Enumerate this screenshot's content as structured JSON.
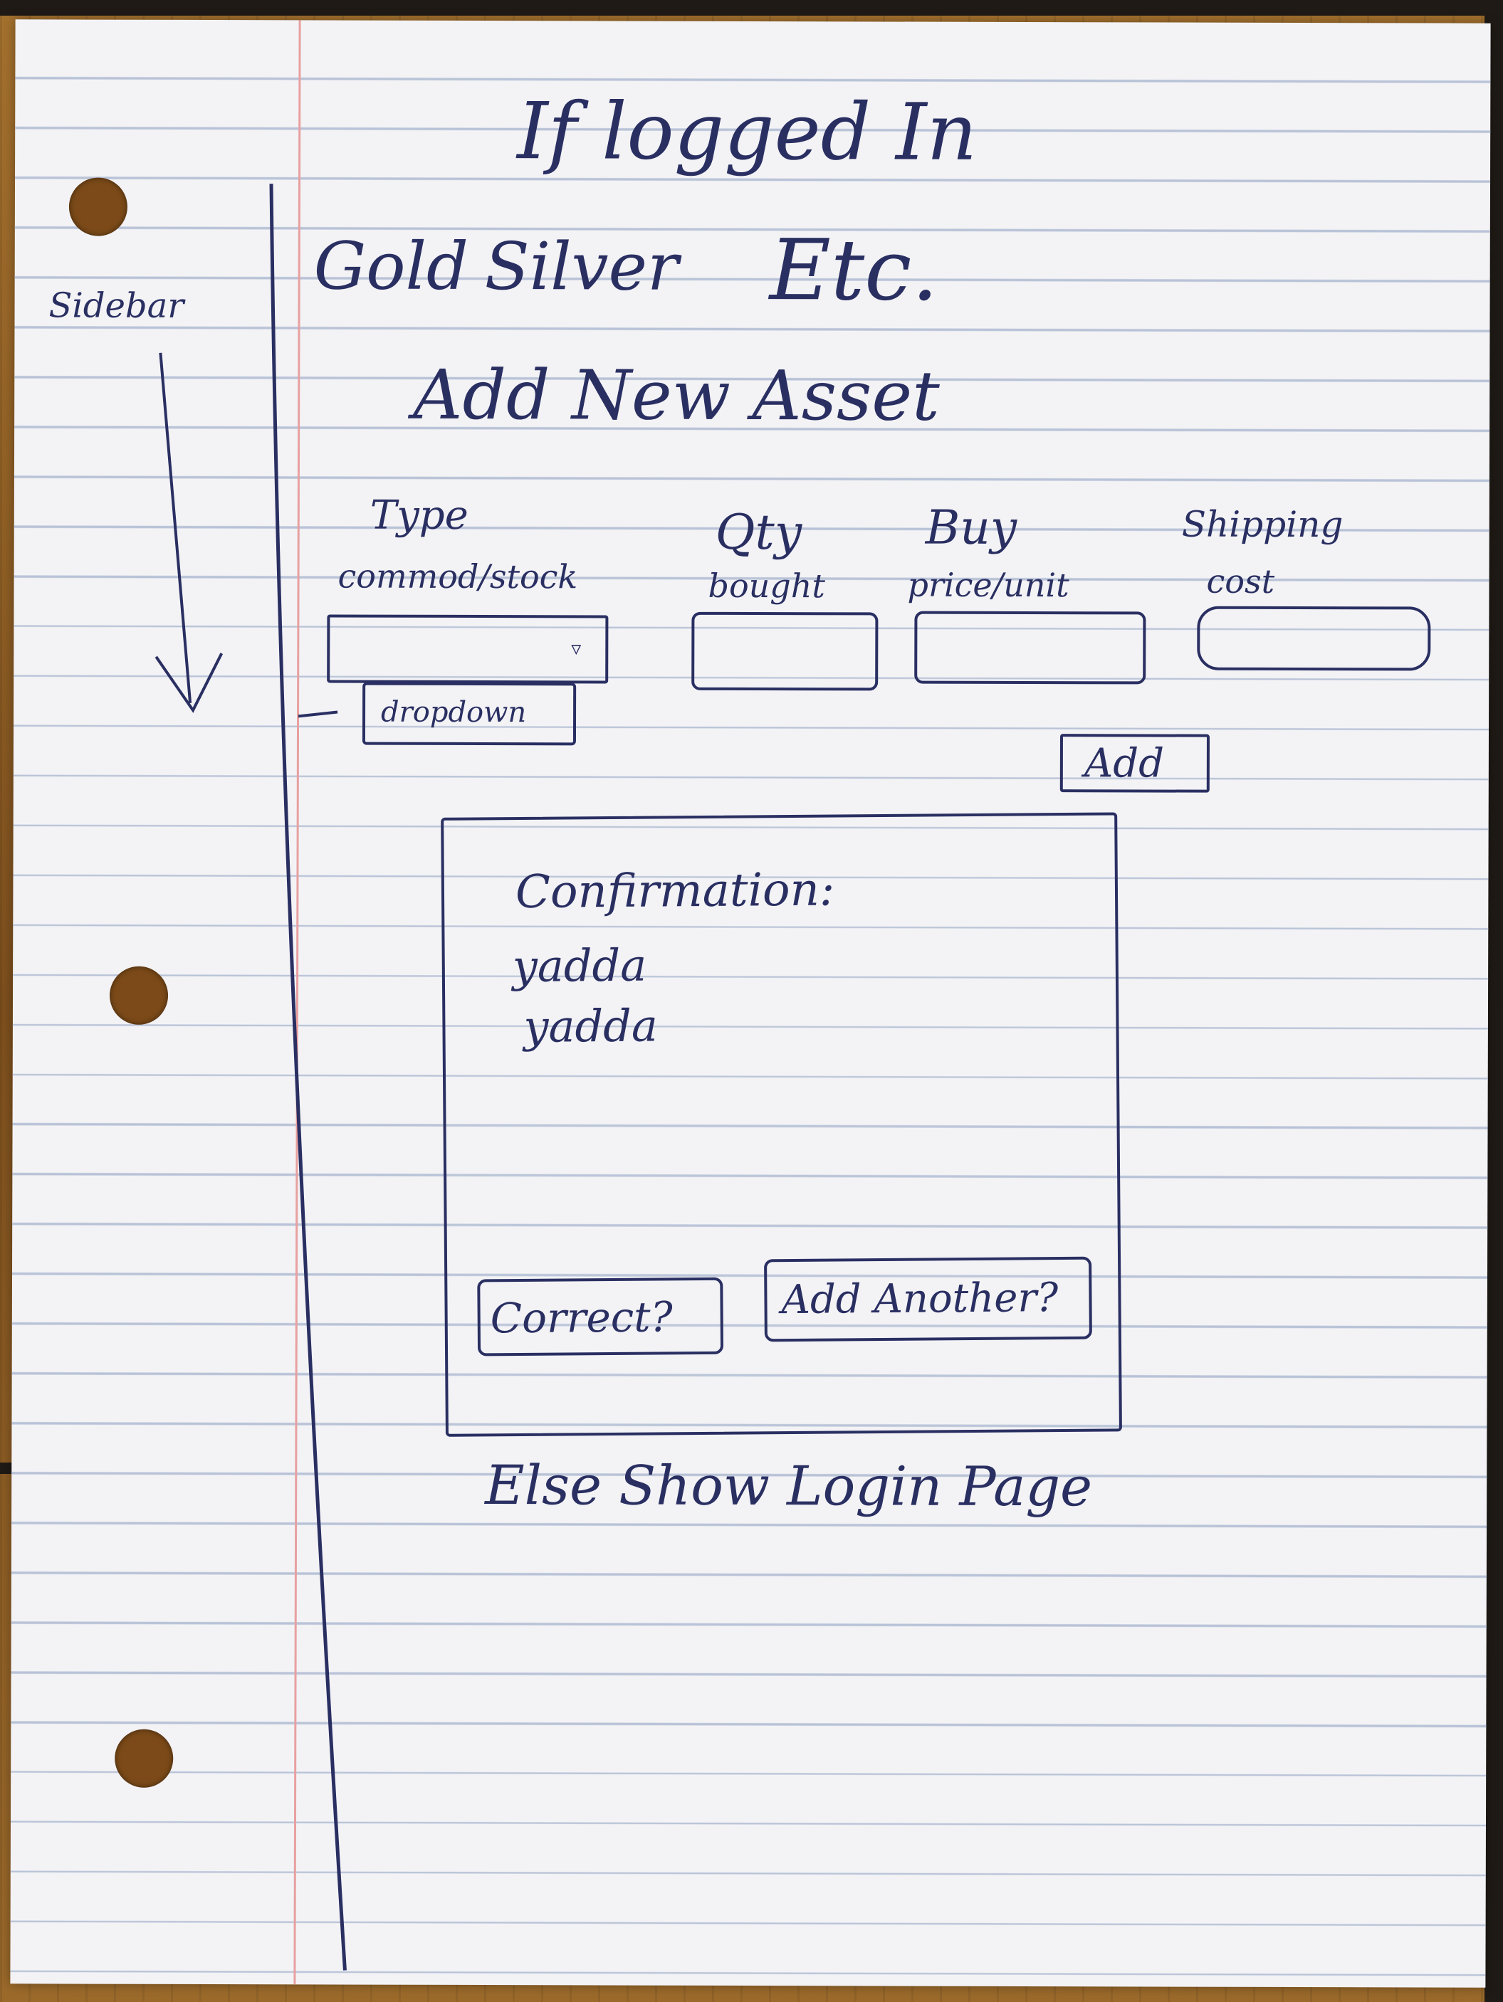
{
  "page": {
    "condition_title": "If logged In",
    "nav_items": [
      "Gold",
      "Silver",
      "Etc."
    ],
    "sidebar_note": "Sidebar",
    "form_title": "Add New Asset"
  },
  "form": {
    "fields": [
      {
        "label_line1": "Type",
        "label_line2": "commod/stock",
        "control": "dropdown",
        "dropdown_note": "dropdown"
      },
      {
        "label_line1": "Qty",
        "label_line2": "bought",
        "control": "input"
      },
      {
        "label_line1": "Buy",
        "label_line2": "price/unit",
        "control": "input"
      },
      {
        "label_line1": "Shipping",
        "label_line2": "cost",
        "control": "input"
      }
    ],
    "add_button": "Add"
  },
  "confirmation": {
    "title": "Confirmation:",
    "lines": [
      "yadda",
      "yadda"
    ],
    "buttons": {
      "correct": "Correct?",
      "add_another": "Add Another?"
    }
  },
  "footer": {
    "else_text": "Else Show Login Page"
  },
  "colors": {
    "ink": "#2a2f62",
    "paper": "#f3f3f6",
    "rule_line": "#b9c3d7",
    "margin_line": "#e8a0a0"
  }
}
